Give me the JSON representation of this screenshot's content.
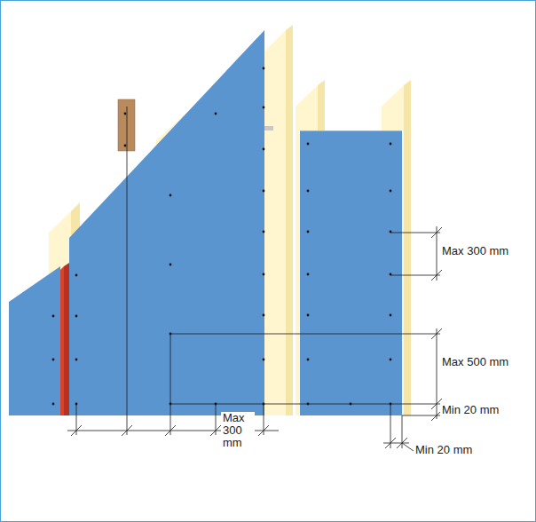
{
  "diagram": {
    "labels": [
      "Max 300 mm",
      "Max 500 mm",
      "Min 20 mm",
      "Max 300 mm",
      "Min 20 mm"
    ]
  }
}
